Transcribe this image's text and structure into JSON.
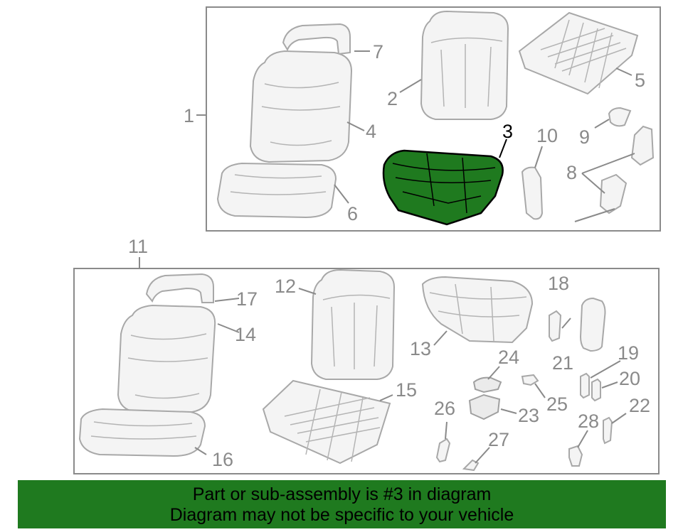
{
  "callouts": {
    "c1": "1",
    "c2": "2",
    "c3": "3",
    "c4": "4",
    "c5": "5",
    "c6": "6",
    "c7": "7",
    "c8": "8",
    "c9": "9",
    "c10": "10",
    "c11": "11",
    "c12": "12",
    "c13": "13",
    "c14": "14",
    "c15": "15",
    "c16": "16",
    "c17": "17",
    "c18": "18",
    "c19": "19",
    "c20": "20",
    "c21": "21",
    "c22": "22",
    "c23": "23",
    "c24": "24",
    "c25": "25",
    "c26": "26",
    "c27": "27",
    "c28": "28"
  },
  "highlight": {
    "part": "3",
    "color": "#1f7a1f"
  },
  "footer": {
    "line1": "Part or sub-assembly is #3 in diagram",
    "line2": "Diagram may not be specific to your vehicle",
    "background": "#1f7a1f"
  }
}
